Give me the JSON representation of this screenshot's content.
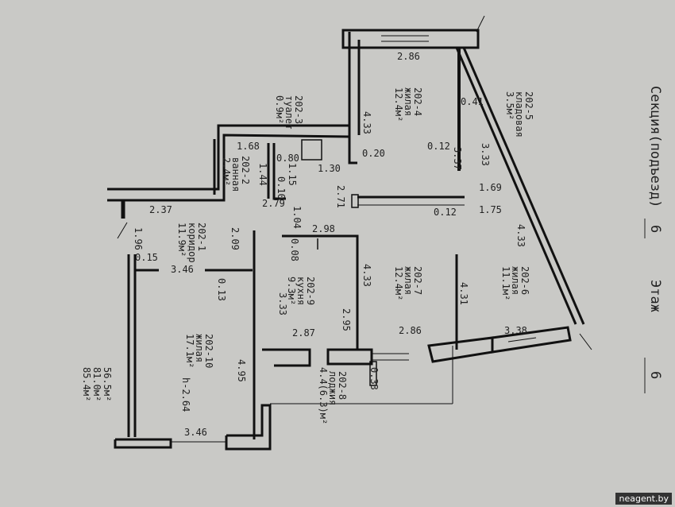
{
  "header": {
    "section_label": "Секция(подъезд)",
    "section_value": "6",
    "floor_label": "Этаж",
    "floor_value": "6"
  },
  "rooms": [
    {
      "id": "202-1",
      "name": "коридор",
      "area": "11.9м²"
    },
    {
      "id": "202-2",
      "name": "ванная",
      "area": "2.4м²"
    },
    {
      "id": "202-3",
      "name": "туалет",
      "area": "0.9м²"
    },
    {
      "id": "202-4",
      "name": "жилая",
      "area": "12.4м²"
    },
    {
      "id": "202-5",
      "name": "кладовая",
      "area": "3.5м²"
    },
    {
      "id": "202-6",
      "name": "жилая",
      "area": "11.1м²"
    },
    {
      "id": "202-7",
      "name": "жилая",
      "area": "12.4м²"
    },
    {
      "id": "202-8",
      "name": "лоджия",
      "area": "4.4(6.3)м²"
    },
    {
      "id": "202-9",
      "name": "кухня",
      "area": "9.3м²"
    },
    {
      "id": "202-10",
      "name": "жилая",
      "area": "17.1м²"
    }
  ],
  "dims": [
    "2.86",
    "0.41",
    "4.33",
    "3.33",
    "0.12",
    "3.37",
    "0.20",
    "1.68",
    "1.44",
    "0.80",
    "1.15",
    "0.10",
    "1.30",
    "2.71",
    "1.69",
    "1.75",
    "0.12",
    "2.37",
    "2.79",
    "1.04",
    "1.96",
    "0.15",
    "3.46",
    "2.09",
    "0.13",
    "2.98",
    "0.08",
    "4.33",
    "2.95",
    "3.33",
    "4.33",
    "4.31",
    "2.87",
    "2.86",
    "3.38",
    "4.95",
    "0.33",
    "3.46",
    "h-2.64"
  ],
  "totals": [
    "56.5м²",
    "81.0м²",
    "85.4м²"
  ],
  "watermark": "neagent.by"
}
